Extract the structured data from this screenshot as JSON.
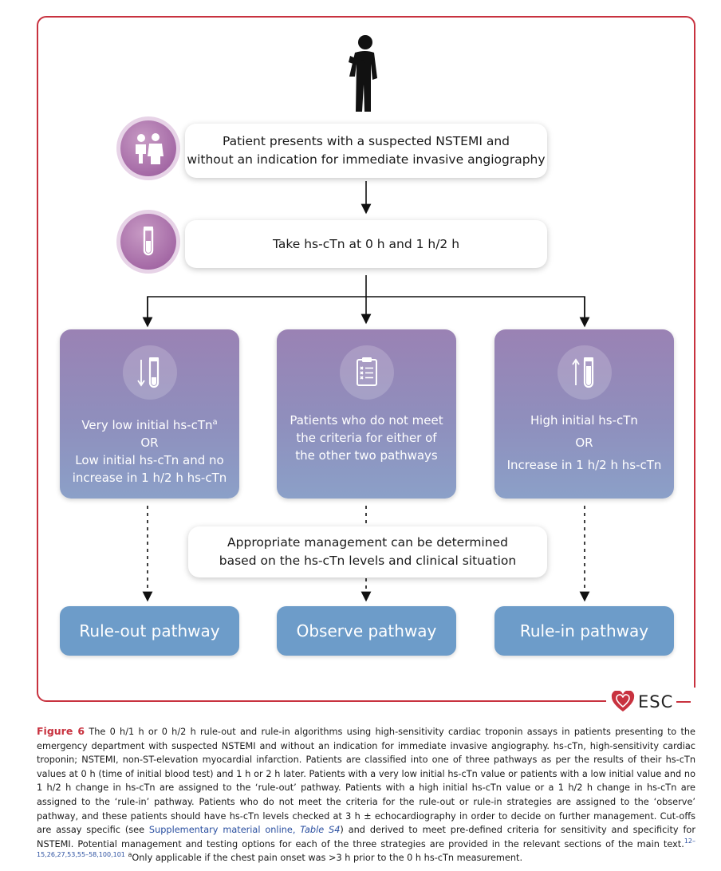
{
  "diagram": {
    "step1": "Patient presents with a suspected NSTEMI and without an indication for immediate invasive angiography",
    "step1_line1": "Patient presents with a suspected NSTEMI and",
    "step1_line2": "without an indication for immediate invasive angiography",
    "step2": "Take hs-cTn at 0 h and 1 h/2 h",
    "pathways": [
      {
        "line1": "Very low initial hs-cTn",
        "line1_sup": "a",
        "or": "OR",
        "line2": "Low initial hs-cTn and no",
        "line3": "increase in 1 h/2 h hs-cTn"
      },
      {
        "line1": "Patients who do not meet",
        "line2": "the criteria for either of",
        "line3": "the other two pathways"
      },
      {
        "line1": "High initial hs-cTn",
        "or": "OR",
        "line2": "Increase in 1 h/2 h hs-cTn"
      }
    ],
    "management_line1": "Appropriate management can be determined",
    "management_line2": "based on the hs-cTn levels and clinical situation",
    "results": [
      "Rule-out pathway",
      "Observe pathway",
      "Rule-in pathway"
    ],
    "logo_text": "ESC"
  },
  "caption": {
    "figure_label": "Figure 6",
    "text_part1": " The 0 h/1 h or 0 h/2 h rule-out and rule-in algorithms using high-sensitivity cardiac troponin assays in patients presenting to the emergency department with suspected NSTEMI and without an indication for immediate invasive angiography. hs-cTn, high-sensitivity cardiac troponin; NSTEMI, non-ST-elevation myocardial infarction. Patients are classified into one of three pathways as per the results of their hs-cTn values at 0 h (time of initial blood test) and 1 h or 2 h later. Patients with a very low initial hs-cTn value or patients with a low initial value and no 1 h/2 h change in hs-cTn are assigned to the ‘rule-out’ pathway. Patients with a high initial hs-cTn value or a 1 h/2 h change in hs-cTn are assigned to the ‘rule-in’ pathway. Patients who do not meet the criteria for the rule-out or rule-in strategies are assigned to the ‘observe’ pathway, and these patients should have hs-cTn levels checked at 3 h ± echocardiography in order to decide on further management. Cut-offs are assay specific (see ",
    "link_text": "Supplementary material online, ",
    "link_table": "Table S4",
    "text_part2": ") and derived to meet pre-defined criteria for sensitivity and specificity for NSTEMI. Potential management and testing options for each of the three strategies are provided in the relevant sections of the main text.",
    "refs": "12–15,26,27,53,55–58,100,101",
    "footnote_mark": "a",
    "footnote": "Only applicable if the chest pain onset was >3 h prior to the 0 h hs-cTn measurement."
  },
  "colors": {
    "frame": "#c8323f",
    "pathway_box": "#9a82b4",
    "result_box": "#6d9cc9",
    "icon_circle": "#a56aa6"
  }
}
